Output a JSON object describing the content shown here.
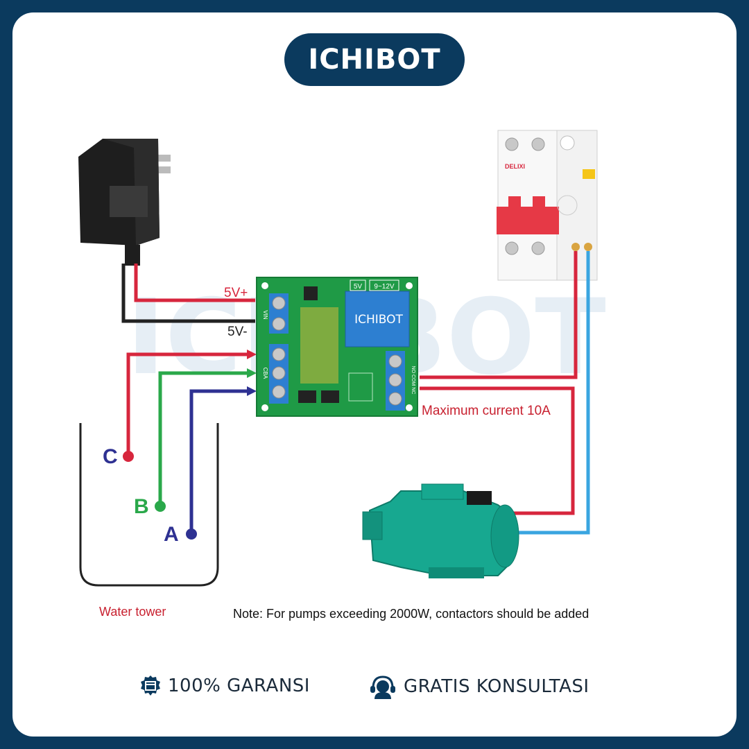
{
  "brand": {
    "name": "ICHIBOT"
  },
  "diagram": {
    "labels": {
      "vplus": "5V+",
      "vminus": "5V-",
      "probe_c": "C",
      "probe_b": "B",
      "probe_a": "A",
      "max_current": "Maximum current 10A",
      "water_tower": "Water tower",
      "note": "Note: For pumps exceeding 2000W, contactors should be added"
    },
    "board": {
      "watermark": "ICHIBOT",
      "opt_5v": "5V",
      "opt_12v": "9~12V",
      "terminal_power": "VIN",
      "terminal_probe": "CBA",
      "terminal_relay": "NO COM NC"
    },
    "breaker": {
      "brand": "DELIXI"
    },
    "colors": {
      "wire_red": "#d7263d",
      "wire_black": "#222222",
      "wire_green": "#2aa84a",
      "wire_blue": "#2e3192",
      "wire_lightblue": "#3aa5e0",
      "board_green": "#1f9a46",
      "pump_teal": "#17a890",
      "navy": "#0b3a5e"
    }
  },
  "footer": {
    "guarantee": "100% GARANSI",
    "consult": "GRATIS KONSULTASI"
  }
}
